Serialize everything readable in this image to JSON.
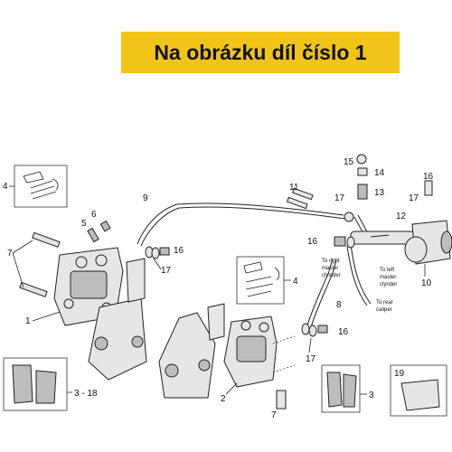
{
  "banner": {
    "text": "Na obrázku díl číslo 1",
    "color": "#f2c418"
  },
  "callouts": {
    "c1": "1",
    "c2": "2",
    "c3a": "3 - 18",
    "c3b": "3",
    "c4": "4",
    "c5": "5",
    "c6": "6",
    "c7a": "7",
    "c7b": "7",
    "c8": "8",
    "c9": "9",
    "c10": "10",
    "c11": "11",
    "c12": "12",
    "c13": "13",
    "c14": "14",
    "c15": "15",
    "c16a": "16",
    "c16b": "16",
    "c16c": "16",
    "c16d": "16",
    "c17a": "17",
    "c17b": "17",
    "c17c": "17",
    "c17d": "17",
    "c19": "19"
  },
  "notes": {
    "to_right_1": "To right",
    "to_right_2": "master",
    "to_right_3": "clylnder",
    "to_left_1": "To left",
    "to_left_2": "master",
    "to_left_3": "clynder",
    "to_rear_1": "To rear",
    "to_rear_2": "caliper"
  }
}
